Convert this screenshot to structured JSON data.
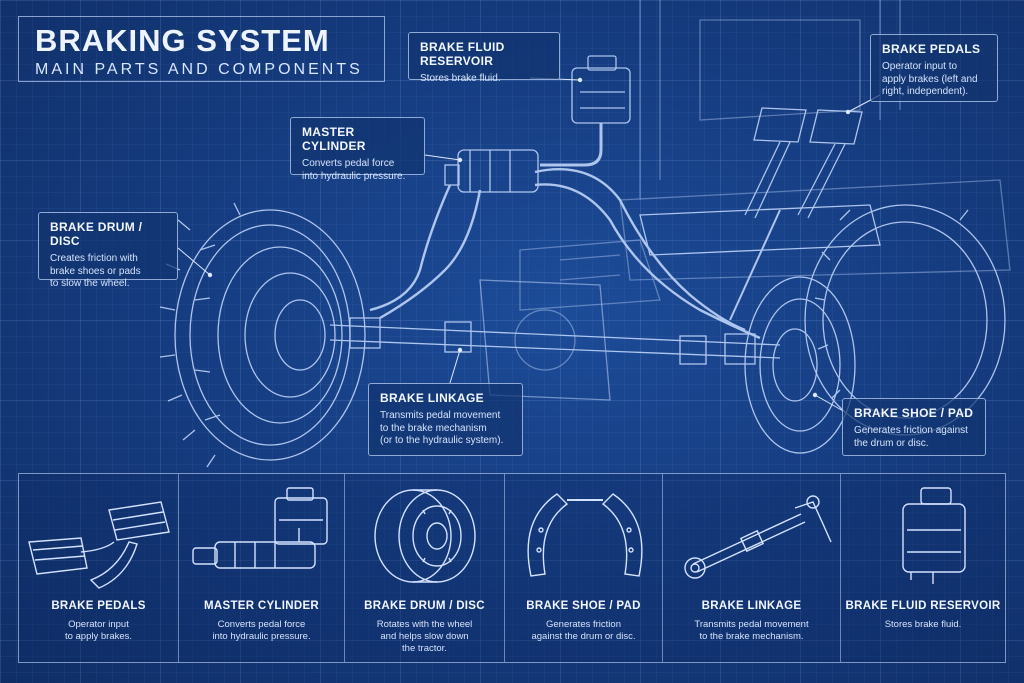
{
  "title": {
    "main": "BRAKING SYSTEM",
    "subtitle": "MAIN PARTS AND COMPONENTS"
  },
  "callouts": {
    "reservoir": {
      "title": "BRAKE FLUID RESERVOIR",
      "desc": "Stores brake fluid."
    },
    "pedals": {
      "title": "BRAKE PEDALS",
      "desc": "Operator input to\napply brakes (left and\nright, independent)."
    },
    "master": {
      "title": "MASTER CYLINDER",
      "desc": "Converts pedal force\ninto hydraulic pressure."
    },
    "drum": {
      "title": "BRAKE DRUM / DISC",
      "desc": "Creates friction with\nbrake shoes or pads\nto slow the wheel."
    },
    "linkage": {
      "title": "BRAKE LINKAGE",
      "desc": "Transmits pedal movement\nto the brake mechanism\n(or to the hydraulic system)."
    },
    "shoe": {
      "title": "BRAKE SHOE / PAD",
      "desc": "Generates friction against\nthe drum or disc."
    }
  },
  "panels": [
    {
      "title": "BRAKE PEDALS",
      "desc": "Operator input\nto apply brakes."
    },
    {
      "title": "MASTER CYLINDER",
      "desc": "Converts pedal force\ninto hydraulic pressure."
    },
    {
      "title": "BRAKE DRUM / DISC",
      "desc": "Rotates with the wheel\nand helps slow down\nthe tractor."
    },
    {
      "title": "BRAKE SHOE / PAD",
      "desc": "Generates friction\nagainst the drum or disc."
    },
    {
      "title": "BRAKE LINKAGE",
      "desc": "Transmits pedal movement\nto the brake mechanism."
    },
    {
      "title": "BRAKE FLUID RESERVOIR",
      "desc": "Stores brake fluid."
    }
  ],
  "colors": {
    "background": "#163d82",
    "line": "#c8dcff",
    "text": "#f2f6ff"
  }
}
